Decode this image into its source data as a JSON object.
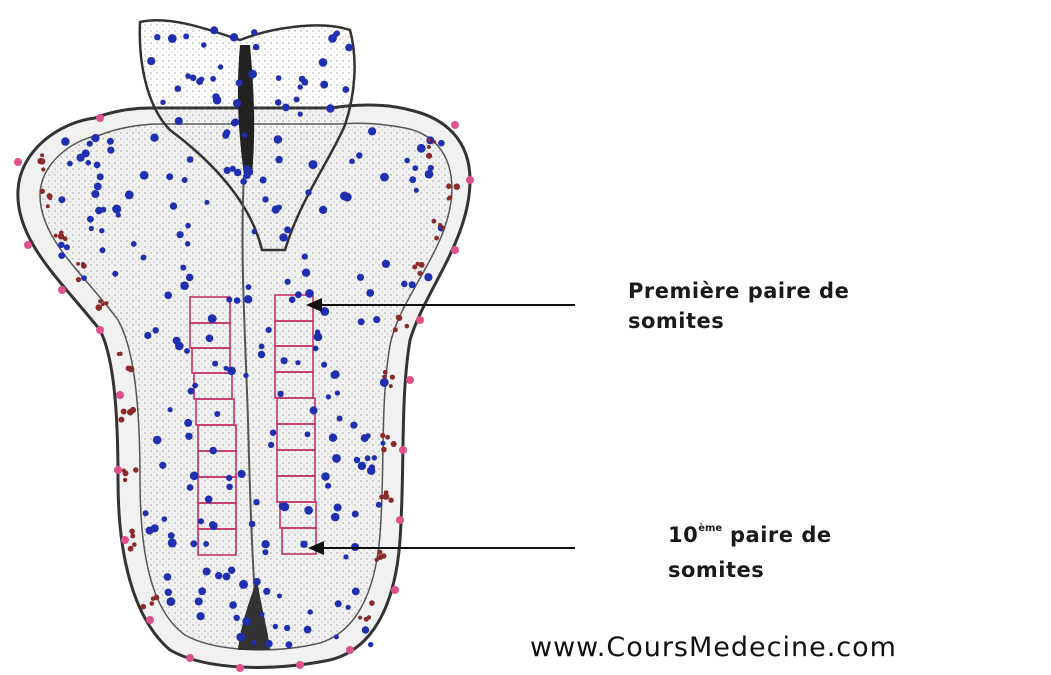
{
  "labels": {
    "first_pair_line1": "Première paire de",
    "first_pair_line2": "somites",
    "tenth_pair_number": "10",
    "tenth_pair_suffix": "ème",
    "tenth_pair_line1_rest": " paire de",
    "tenth_pair_line2": "somites"
  },
  "watermark": "www.CoursMedecine.com",
  "colors": {
    "outline": "#333333",
    "nuclei": "#1f2fb0",
    "somite_outline": "#c4336b",
    "pink_cells": "#e0508a",
    "brown_cells": "#8a2a2a",
    "arrow": "#111111"
  }
}
